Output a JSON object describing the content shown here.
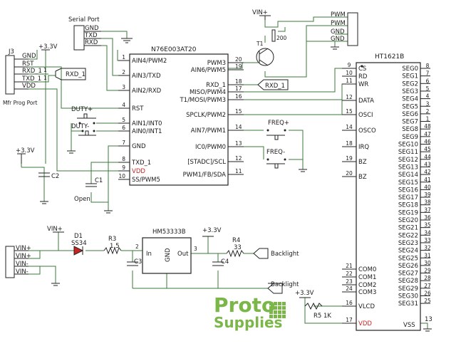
{
  "mcu": {
    "title": "N76E003AT20",
    "left": [
      {
        "num": "1",
        "name": "AIN4/PWM2"
      },
      {
        "num": "2",
        "name": "AIN3/TXD"
      },
      {
        "num": "3",
        "name": "AIN2/RXD"
      },
      {
        "num": "4",
        "name": "RST"
      },
      {
        "num": "5",
        "name": "AIN1/INT0"
      },
      {
        "num": "6",
        "name": "AIN0/INT1"
      },
      {
        "num": "7",
        "name": "GND"
      },
      {
        "num": "8",
        "name": "TXD_1"
      },
      {
        "num": "9",
        "name": "VDD"
      },
      {
        "num": "10",
        "name": "SS/PWM5"
      }
    ],
    "right": [
      {
        "num": "20",
        "name": "PWM3"
      },
      {
        "num": "19",
        "name": "AIN6/PWM5"
      },
      {
        "num": "18",
        "name": "RXD_1"
      },
      {
        "num": "17",
        "name": "MISO/PWM4"
      },
      {
        "num": "16",
        "name": "T1/MOSI/PWM3"
      },
      {
        "num": "15",
        "name": "SPCLK/PWM2"
      },
      {
        "num": "14",
        "name": "AIN7/PWM1"
      },
      {
        "num": "13",
        "name": "IC0/PWM0"
      },
      {
        "num": "12",
        "name": "[STADC]/SCL"
      },
      {
        "num": "11",
        "name": "PWM1/FB/SDA"
      }
    ]
  },
  "ht": {
    "title": "HT1621B",
    "left": [
      {
        "num": "9",
        "name": "CS"
      },
      {
        "num": "10",
        "name": "RD"
      },
      {
        "num": "11",
        "name": "WR"
      },
      {
        "num": "12",
        "name": "DATA"
      },
      {
        "num": "15",
        "name": "OSCI"
      },
      {
        "num": "14",
        "name": "OSCO"
      },
      {
        "num": "18",
        "name": "IRQ"
      },
      {
        "num": "19",
        "name": "BZ"
      },
      {
        "num": "20",
        "name": "BZ"
      },
      {
        "num": "21",
        "name": "COM0"
      },
      {
        "num": "22",
        "name": "COM1"
      },
      {
        "num": "23",
        "name": "COM2"
      },
      {
        "num": "24",
        "name": "COM3"
      },
      {
        "num": "16",
        "name": "VLCD"
      },
      {
        "num": "17",
        "name": "VDD"
      }
    ],
    "seg": [
      {
        "num": "8",
        "name": "SEG0"
      },
      {
        "num": "7",
        "name": "SEG1"
      },
      {
        "num": "6",
        "name": "SEG2"
      },
      {
        "num": "5",
        "name": "SEG3"
      },
      {
        "num": "4",
        "name": "SEG4"
      },
      {
        "num": "3",
        "name": "SEG5"
      },
      {
        "num": "2",
        "name": "SEG6"
      },
      {
        "num": "1",
        "name": "SEG7"
      },
      {
        "num": "48",
        "name": "SEG8"
      },
      {
        "num": "47",
        "name": "SEG9"
      },
      {
        "num": "46",
        "name": "SEG10"
      },
      {
        "num": "45",
        "name": "SEG11"
      },
      {
        "num": "44",
        "name": "SEG12"
      },
      {
        "num": "43",
        "name": "SEG13"
      },
      {
        "num": "42",
        "name": "SEG14"
      },
      {
        "num": "41",
        "name": "SEG15"
      },
      {
        "num": "40",
        "name": "SEG16"
      },
      {
        "num": "39",
        "name": "SEG17"
      },
      {
        "num": "38",
        "name": "SEG18"
      },
      {
        "num": "37",
        "name": "SEG19"
      },
      {
        "num": "36",
        "name": "SEG20"
      },
      {
        "num": "35",
        "name": "SEG21"
      },
      {
        "num": "34",
        "name": "SEG22"
      },
      {
        "num": "33",
        "name": "SEG23"
      },
      {
        "num": "32",
        "name": "SEG24"
      },
      {
        "num": "31",
        "name": "SEG25"
      },
      {
        "num": "30",
        "name": "SEG26"
      },
      {
        "num": "29",
        "name": "SEG27"
      },
      {
        "num": "28",
        "name": "SEG28"
      },
      {
        "num": "27",
        "name": "SEG29"
      },
      {
        "num": "26",
        "name": "SEG30"
      },
      {
        "num": "25",
        "name": "SEG31"
      }
    ],
    "vss": {
      "num": "13",
      "name": "VSS"
    }
  },
  "serial": {
    "title": "Serial Port",
    "pins": [
      "GND",
      "TXD",
      "RXD"
    ]
  },
  "j3": {
    "ref": "J3",
    "pins": [
      "GND",
      "RST",
      "RXD_1",
      "TXD_1",
      "VDD"
    ],
    "label": "Mfr Prog Port"
  },
  "pwm_conn": {
    "pins": [
      "PWM",
      "PWM",
      "GND",
      "GND"
    ]
  },
  "labels": {
    "vin_top": "VIN+",
    "r_pwm": "200",
    "t1": "T1",
    "v33_a": "+3.3V",
    "v33_b": "+3.3V",
    "v33_c": "+3.3V",
    "v33_d": "+3.3V",
    "rxd1_flag": "RXD_1",
    "rxd1_flag2": "RXD_1",
    "duty_plus": "DUTY+",
    "duty_minus": "DUTY-",
    "freq_plus": "FREQ+",
    "freq_minus": "FREQ-",
    "c2": "C2",
    "c1": "C1",
    "open": "Open",
    "vin_plus": "VIN+",
    "d1": "D1",
    "ss34": "SS34",
    "r3": "R3",
    "r3v": "1.5",
    "reg": "HM53333B",
    "reg_in": "In",
    "reg_gnd": "GND",
    "reg_out": "Out",
    "reg_p2": "2",
    "reg_p3": "3",
    "c3": "C3",
    "c4": "C4",
    "r4": "R4",
    "r4v": "33",
    "backlight1": "Backlight",
    "backlight2": "Backlight",
    "r5": "R5 1K",
    "pwr_pins": [
      "VIN+",
      "VIN+",
      "VIN-",
      "VIN-"
    ],
    "one": "1",
    "one_b": "1"
  },
  "logo": {
    "line1": "Proto",
    "line2": "Supplies"
  },
  "colors": {
    "wire": "#3a7a3a",
    "logo_green": "#7ab648",
    "red": "#cc2222"
  }
}
